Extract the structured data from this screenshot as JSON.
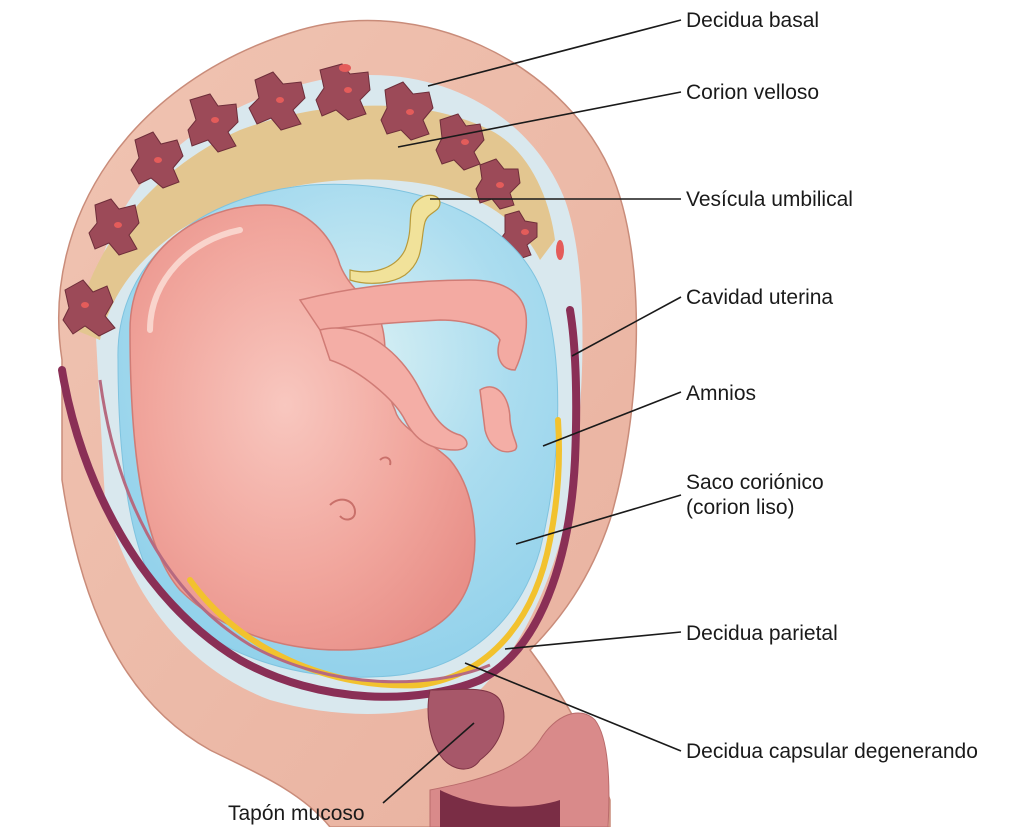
{
  "labels": {
    "decidua_basal": "Decidua basal",
    "corion_velloso": "Corion velloso",
    "vesicula_umbilical": "Vesícula umbilical",
    "cavidad_uterina": "Cavidad uterina",
    "amnios": "Amnios",
    "saco_corionico_line1": "Saco coriónico",
    "saco_corionico_line2": "(corion liso)",
    "decidua_parietal": "Decidua parietal",
    "decidua_capsular": "Decidua capsular degenerando",
    "tapon_mucoso": "Tapón mucoso"
  },
  "colors": {
    "uterus_wall": "#efc3b0",
    "uterus_outline": "#c98c7a",
    "decidua_light": "#d9e8ee",
    "villi_beige": "#e3c690",
    "villi_dark": "#9c4a58",
    "villi_red": "#e45c5a",
    "amniotic_fluid": "#a8dcef",
    "fetus_skin": "#f4a9a1",
    "fetus_highlight": "#f8c5bd",
    "membrane_purple": "#8a2f56",
    "yolk_yellow": "#f2c22e",
    "mucus_plug": "#a75769",
    "leader_line": "#1a1a1a"
  }
}
